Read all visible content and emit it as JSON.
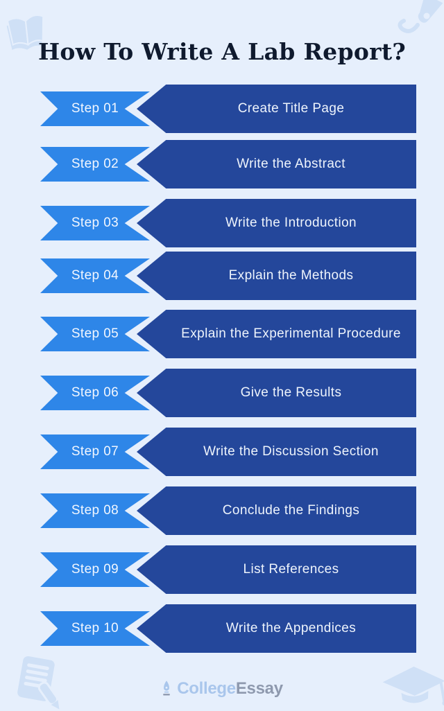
{
  "page": {
    "background_color": "#e6effc"
  },
  "title": {
    "text": "How To Write A Lab Report?",
    "color": "#0f1a2e"
  },
  "steps": [
    {
      "step": "Step 01",
      "title": "Create Title Page"
    },
    {
      "step": "Step 02",
      "title": "Write the Abstract"
    },
    {
      "step": "Step 03",
      "title": "Write the Introduction"
    },
    {
      "step": "Step 04",
      "title": "Explain the Methods"
    },
    {
      "step": "Step 05",
      "title": "Explain the Experimental Procedure"
    },
    {
      "step": "Step 06",
      "title": "Give the Results"
    },
    {
      "step": "Step 07",
      "title": "Write the Discussion Section"
    },
    {
      "step": "Step 08",
      "title": "Conclude the Findings"
    },
    {
      "step": "Step 09",
      "title": "List References"
    },
    {
      "step": "Step 10",
      "title": "Write the Appendices"
    }
  ],
  "colors": {
    "step_badge": "#2e86e8",
    "step_banner": "#24479b",
    "step_text": "#ffffff",
    "watermark": "#cfe0f6"
  },
  "decorations": {
    "top_left": "open-book-icon",
    "top_right": "fountain-pen-icon",
    "bottom_left": "document-pencil-icon",
    "bottom_right": "graduation-cap-icon"
  },
  "footer": {
    "icon": "pen-nib-icon",
    "college": "College",
    "essay": "Essay",
    "college_color": "#a9c6ec",
    "essay_color": "#8e99ae"
  }
}
